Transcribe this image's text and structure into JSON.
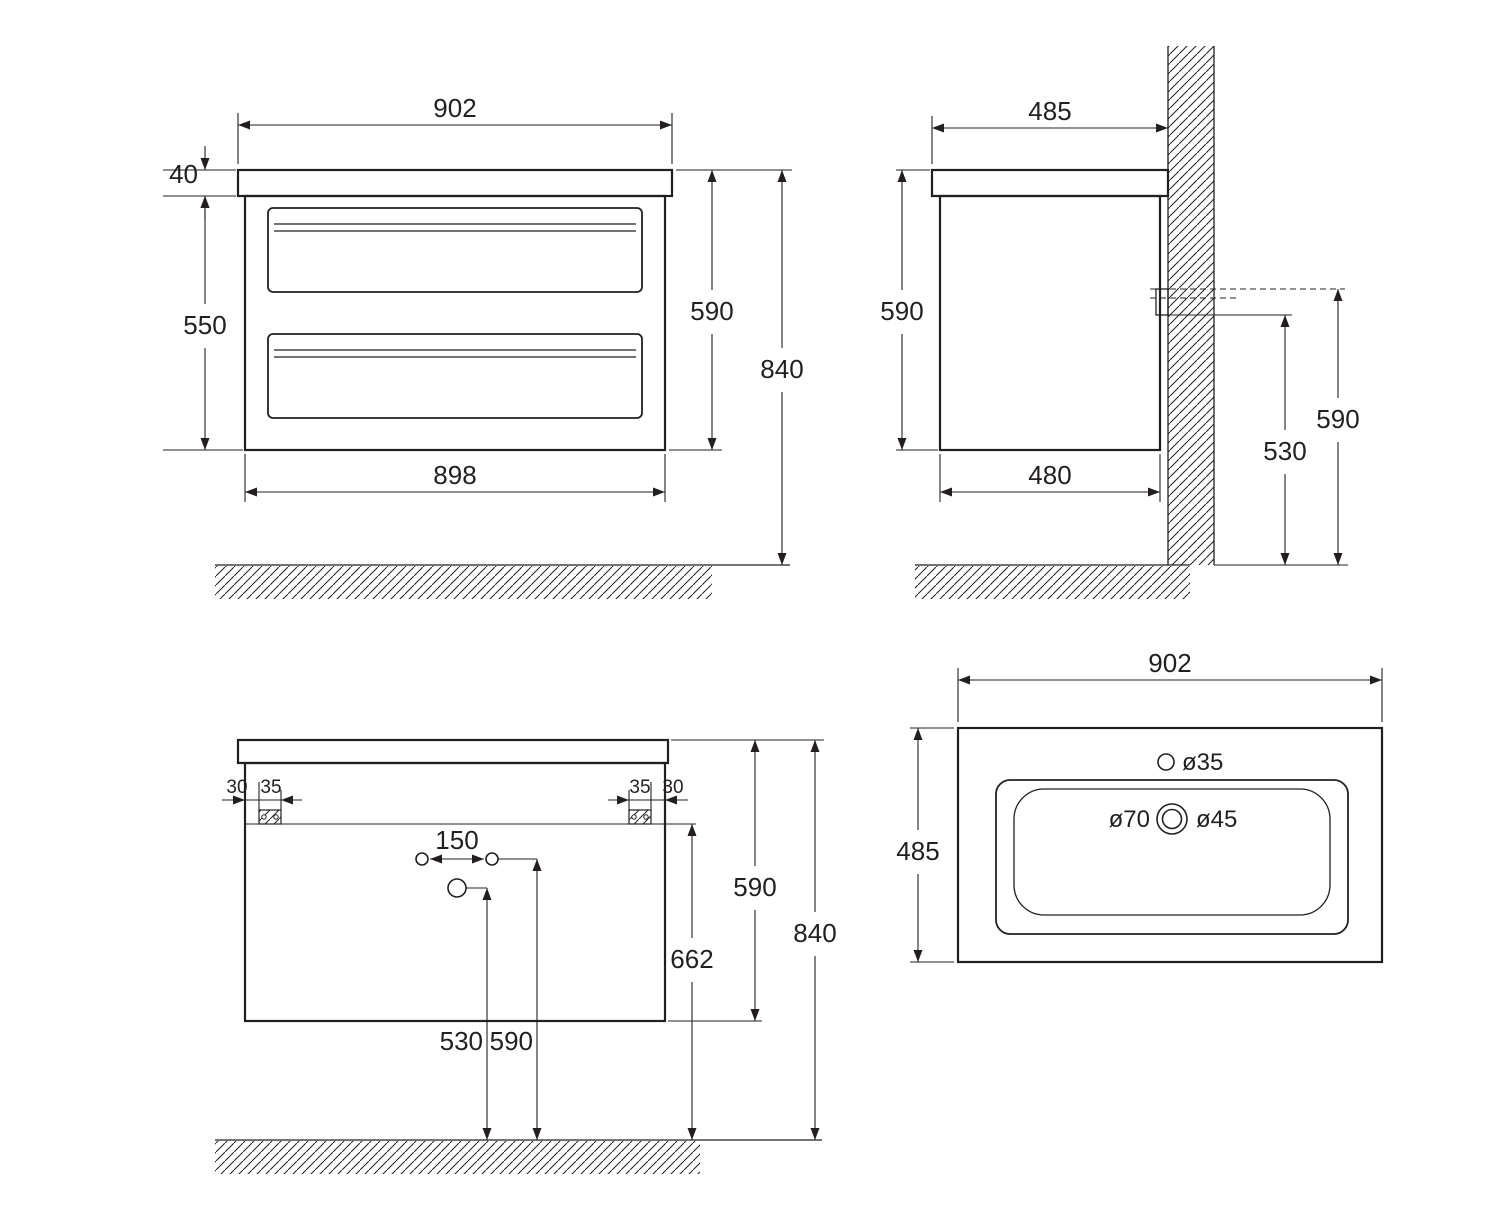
{
  "page": {
    "background": "#ffffff",
    "line_color": "#231f20"
  },
  "drawing": {
    "front_view": {
      "width_top": "902",
      "top_thickness": "40",
      "carcass_height": "550",
      "height": "590",
      "total_height": "840",
      "width_bottom": "898"
    },
    "side_view": {
      "depth_top": "485",
      "height": "590",
      "depth_bottom": "480",
      "bracket_to_floor": "530",
      "rail_to_floor": "590"
    },
    "back_view": {
      "edge_offset_left": "30",
      "bracket_width_left": "35",
      "hole_spacing": "150",
      "bracket_width_right": "35",
      "edge_offset_right": "30",
      "height": "590",
      "rail_to_floor": "662",
      "total_height": "840",
      "drain_to_floor": "530",
      "holes_to_floor": "590"
    },
    "top_view": {
      "width": "902",
      "depth": "485",
      "faucet_hole_dia": "ø35",
      "overflow_dia": "ø70",
      "drain_dia": "ø45"
    }
  }
}
